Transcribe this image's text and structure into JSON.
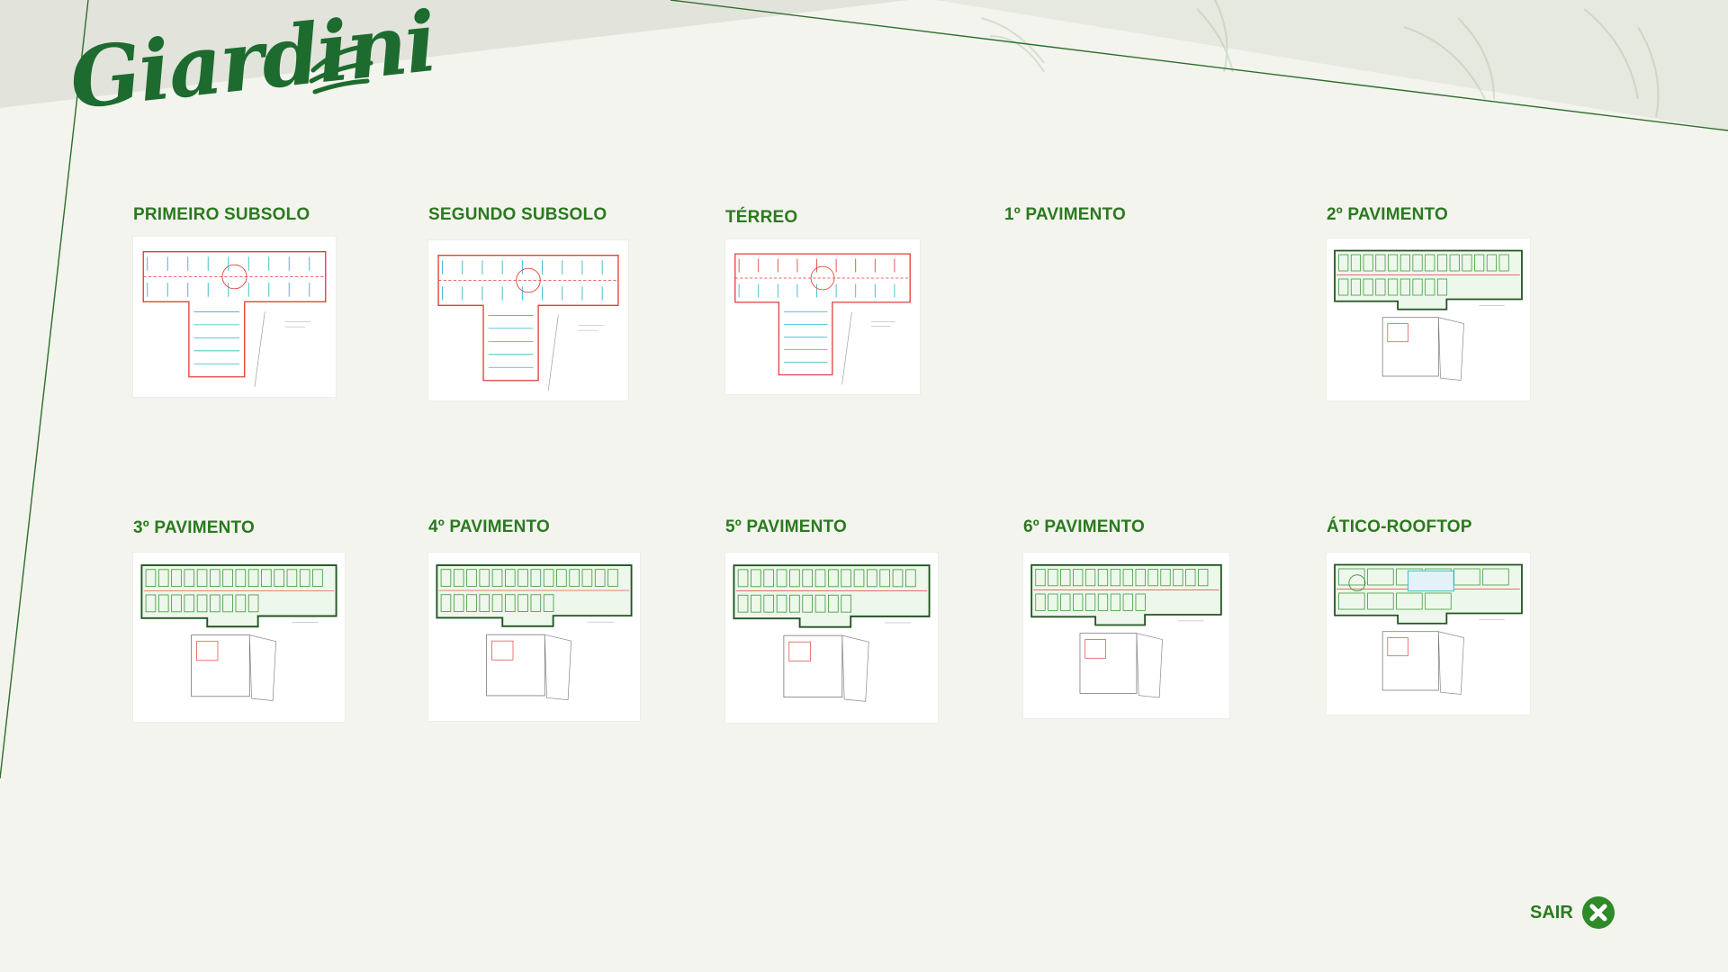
{
  "brand": {
    "name": "Giardini"
  },
  "plans": [
    {
      "id": "primeiro-subsolo",
      "title": "PRIMEIRO SUBSOLO",
      "icon": "floor-plan-basement"
    },
    {
      "id": "segundo-subsolo",
      "title": "SEGUNDO SUBSOLO",
      "icon": "floor-plan-basement"
    },
    {
      "id": "terreo",
      "title": "TÉRREO",
      "icon": "floor-plan-ground"
    },
    {
      "id": "1-pavimento",
      "title": "1º PAVIMENTO",
      "icon": "floor-plan-blank"
    },
    {
      "id": "2-pavimento",
      "title": "2º PAVIMENTO",
      "icon": "floor-plan-typical"
    },
    {
      "id": "3-pavimento",
      "title": "3º PAVIMENTO",
      "icon": "floor-plan-typical"
    },
    {
      "id": "4-pavimento",
      "title": "4º PAVIMENTO",
      "icon": "floor-plan-typical"
    },
    {
      "id": "5-pavimento",
      "title": "5º PAVIMENTO",
      "icon": "floor-plan-typical"
    },
    {
      "id": "6-pavimento",
      "title": "6º PAVIMENTO",
      "icon": "floor-plan-typical"
    },
    {
      "id": "atico-rooftop",
      "title": "ÁTICO-ROOFTOP",
      "icon": "floor-plan-rooftop"
    }
  ],
  "exit": {
    "label": "SAIR",
    "icon": "close-circle-icon"
  },
  "colors": {
    "background": "#f3f4ee",
    "brand_green": "#1d6b2f",
    "title_green": "#2a7a1e",
    "exit_green": "#2f8a2a",
    "plan_red": "#e0403a",
    "plan_cyan": "#33b5c8",
    "plan_green": "#3f9a3a"
  }
}
